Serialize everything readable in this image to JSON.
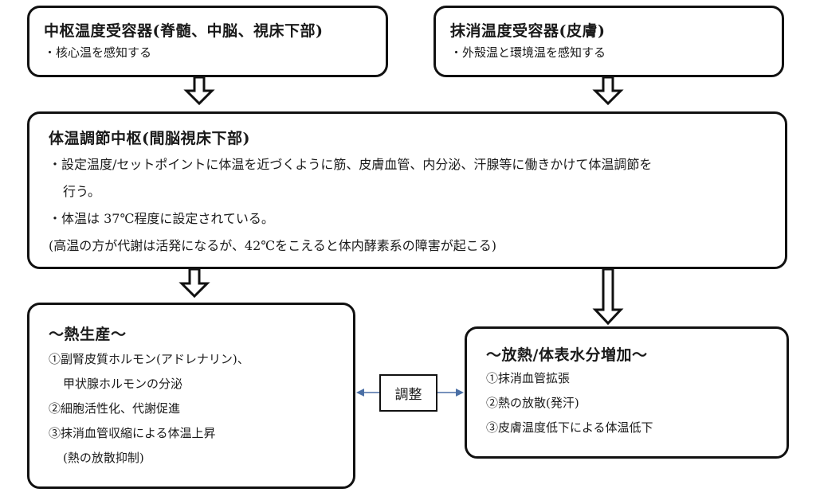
{
  "central_receptor": {
    "title": "中枢温度受容器(脊髄、中脳、視床下部)",
    "items": [
      "・核心温を感知する"
    ]
  },
  "peripheral_receptor": {
    "title": "抹消温度受容器(皮膚)",
    "items": [
      "・外殻温と環境温を感知する"
    ]
  },
  "thermoregulation_center": {
    "title": "体温調節中枢(間脳視床下部)",
    "items": [
      "・設定温度/セットポイントに体温を近づくように筋、皮膚血管、内分泌、汗腺等に働きかけて体温調節を",
      "行う。",
      "・体温は 37℃程度に設定されている。",
      "(高温の方が代謝は活発になるが、42℃をこえると体内酵素系の障害が起こる)"
    ]
  },
  "heat_production": {
    "title": "～熱生産～",
    "items": [
      "①副腎皮質ホルモン(アドレナリン)、",
      "甲状腺ホルモンの分泌",
      "②細胞活性化、代謝促進",
      "③抹消血管収縮による体温上昇",
      "(熱の放散抑制)"
    ]
  },
  "heat_dissipation": {
    "title": "～放熱/体表水分増加～",
    "items": [
      "①抹消血管拡張",
      "②熱の放散(発汗)",
      "③皮膚温度低下による体温低下"
    ]
  },
  "adjustment": {
    "label": "調整"
  },
  "colors": {
    "border": "#111111",
    "connector": "#4a6fa5",
    "background": "#ffffff"
  }
}
